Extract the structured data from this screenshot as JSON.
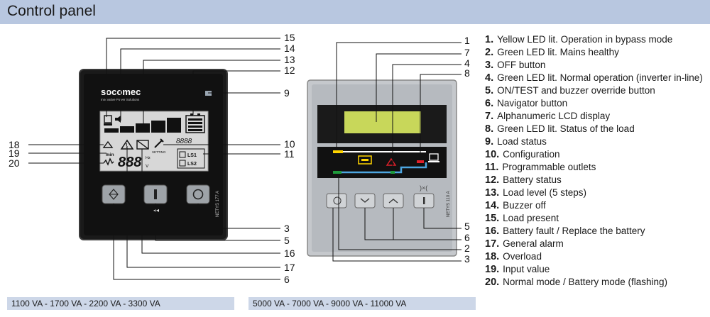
{
  "header": {
    "title": "Control panel"
  },
  "left_panel": {
    "brand": "socomec",
    "tagline": "Innovative Power Solutions",
    "lcd": {
      "digits": "888",
      "unit_hz": "Hz",
      "unit_v": "V",
      "min_label": "min",
      "setting_label": "SETTING",
      "outlet_1": "LS1",
      "outlet_2": "LS2",
      "pct_digits": "8888"
    },
    "model": "NETYS 177 A",
    "callouts": [
      "15",
      "14",
      "13",
      "12",
      "9",
      "18",
      "19",
      "20",
      "10",
      "11",
      "3",
      "5",
      "16",
      "17",
      "6"
    ]
  },
  "right_panel": {
    "model": "NETYS 110 A",
    "callouts": [
      "1",
      "7",
      "4",
      "8",
      "5",
      "6",
      "2",
      "3"
    ]
  },
  "captions": {
    "left": "1100 VA - 1700 VA - 2200 VA - 3300 VA",
    "right": "5000 VA - 7000 VA - 9000 VA - 11000 VA"
  },
  "legend": [
    {
      "num": "1.",
      "text": "Yellow LED lit. Operation in bypass mode"
    },
    {
      "num": "2.",
      "text": "Green LED lit. Mains healthy"
    },
    {
      "num": "3.",
      "text": "OFF button"
    },
    {
      "num": "4.",
      "text": "Green LED lit. Normal operation (inverter in-line)"
    },
    {
      "num": "5.",
      "text": "ON/TEST and buzzer override button"
    },
    {
      "num": "6.",
      "text": "Navigator button"
    },
    {
      "num": "7.",
      "text": "Alphanumeric LCD display"
    },
    {
      "num": "8.",
      "text": "Green LED lit. Status of the load"
    },
    {
      "num": "9.",
      "text": "Load status"
    },
    {
      "num": "10.",
      "text": "Configuration"
    },
    {
      "num": "11.",
      "text": "Programmable outlets"
    },
    {
      "num": "12.",
      "text": "Battery status"
    },
    {
      "num": "13.",
      "text": "Load level (5 steps)"
    },
    {
      "num": "14.",
      "text": "Buzzer off"
    },
    {
      "num": "15.",
      "text": "Load present"
    },
    {
      "num": "16.",
      "text": "Battery fault / Replace the battery"
    },
    {
      "num": "17.",
      "text": "General alarm"
    },
    {
      "num": "18.",
      "text": "Overload"
    },
    {
      "num": "19.",
      "text": "Input value"
    },
    {
      "num": "20.",
      "text": "Normal mode / Battery mode (flashing)"
    }
  ],
  "colors": {
    "header": "#b8c7e0",
    "caption": "#cdd7e8",
    "lcd_green": "#c8d75a",
    "led_yellow": "#ffd400",
    "led_green": "#1e9a3a",
    "led_red": "#e0202a",
    "flow_blue": "#4da6e0"
  }
}
